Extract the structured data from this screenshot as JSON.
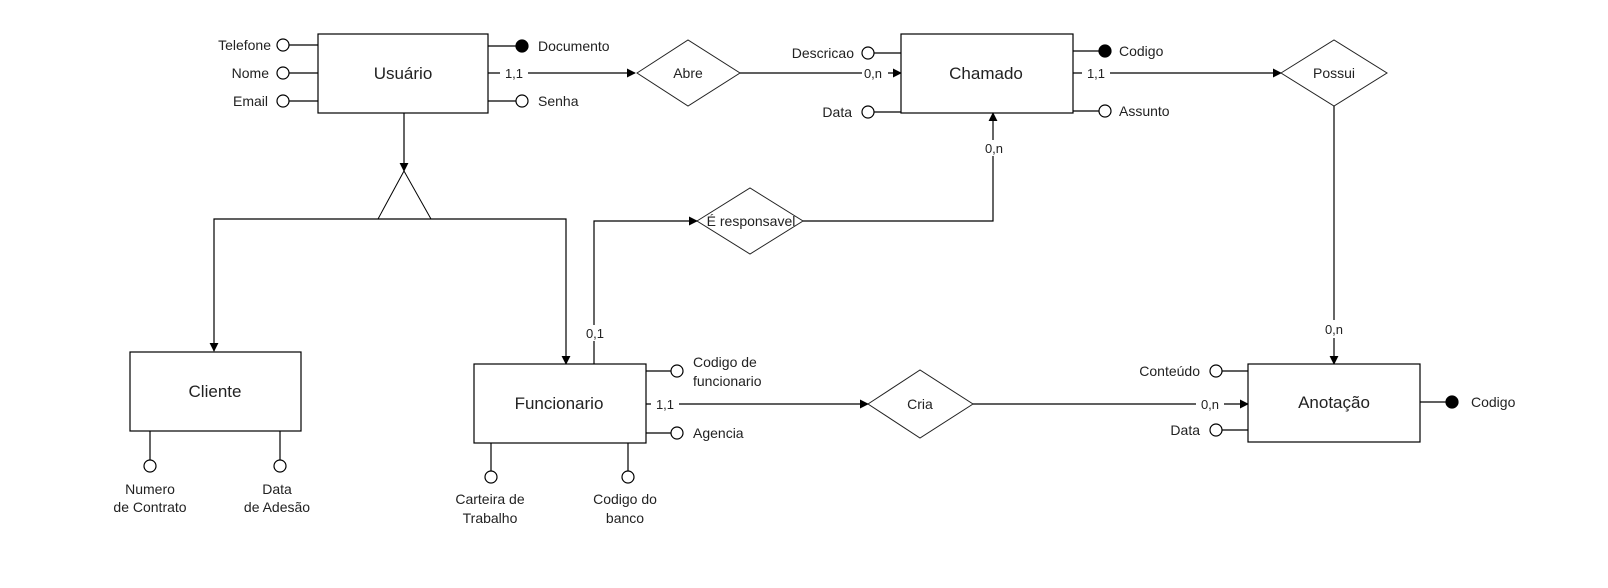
{
  "entities": {
    "usuario": "Usuário",
    "chamado": "Chamado",
    "cliente": "Cliente",
    "funcionario": "Funcionario",
    "anotacao": "Anotação"
  },
  "relationships": {
    "abre": "Abre",
    "possui": "Possui",
    "responsavel": "É responsavel",
    "cria": "Cria"
  },
  "attributes": {
    "usuario": {
      "telefone": "Telefone",
      "nome": "Nome",
      "email": "Email",
      "documento": "Documento",
      "senha": "Senha"
    },
    "chamado": {
      "descricao": "Descricao",
      "data": "Data",
      "codigo": "Codigo",
      "assunto": "Assunto"
    },
    "cliente": {
      "numero_contrato": [
        "Numero",
        "de Contrato"
      ],
      "data_adesao": [
        "Data",
        "de Adesão"
      ]
    },
    "funcionario": {
      "codigo_funcionario": [
        "Codigo de",
        "funcionario"
      ],
      "agencia": "Agencia",
      "carteira_trabalho": [
        "Carteira de",
        "Trabalho"
      ],
      "codigo_banco": [
        "Codigo do",
        "banco"
      ]
    },
    "anotacao": {
      "conteudo": "Conteúdo",
      "data": "Data",
      "codigo": "Codigo"
    }
  },
  "cardinalities": {
    "usuario_abre": "1,1",
    "abre_chamado": "0,n",
    "chamado_possui": "1,1",
    "possui_anotacao": "0,n",
    "responsavel_chamado": "0,n",
    "funcionario_responsavel": "0,1",
    "funcionario_cria": "1,1",
    "cria_anotacao": "0,n"
  }
}
